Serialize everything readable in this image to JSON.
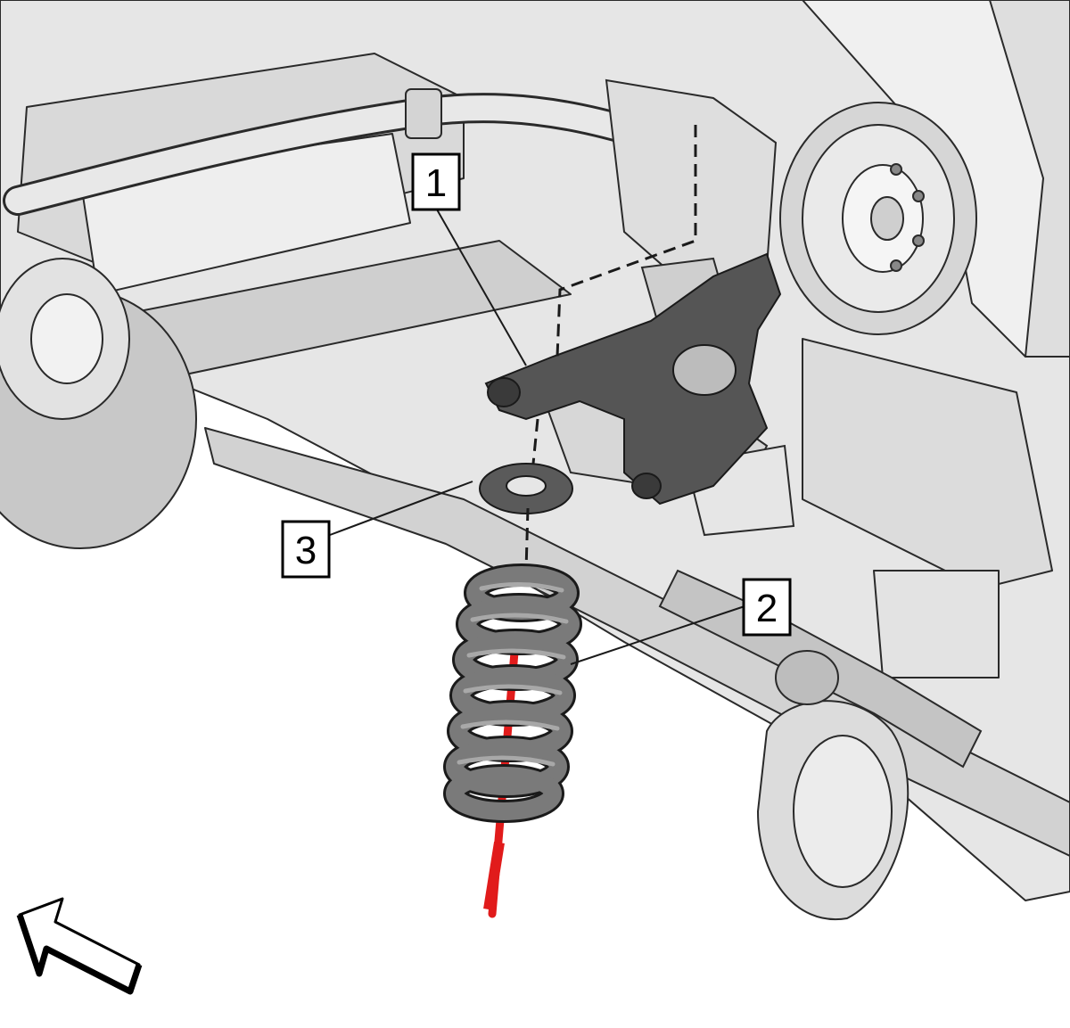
{
  "diagram": {
    "callouts": [
      {
        "id": "1",
        "label": "1"
      },
      {
        "id": "2",
        "label": "2"
      },
      {
        "id": "3",
        "label": "3"
      }
    ],
    "icons": {
      "direction": "front-direction-arrow-icon"
    },
    "colors": {
      "background": "#ffffff",
      "parts_light": "#e6e6e6",
      "parts_mid": "#c9c9c9",
      "parts_dark": "#5a5a5a",
      "spring": "#6b6b6b",
      "control_arm": "#555555",
      "tool_rod": "#e11b1b",
      "outline": "#2a2a2a"
    }
  }
}
